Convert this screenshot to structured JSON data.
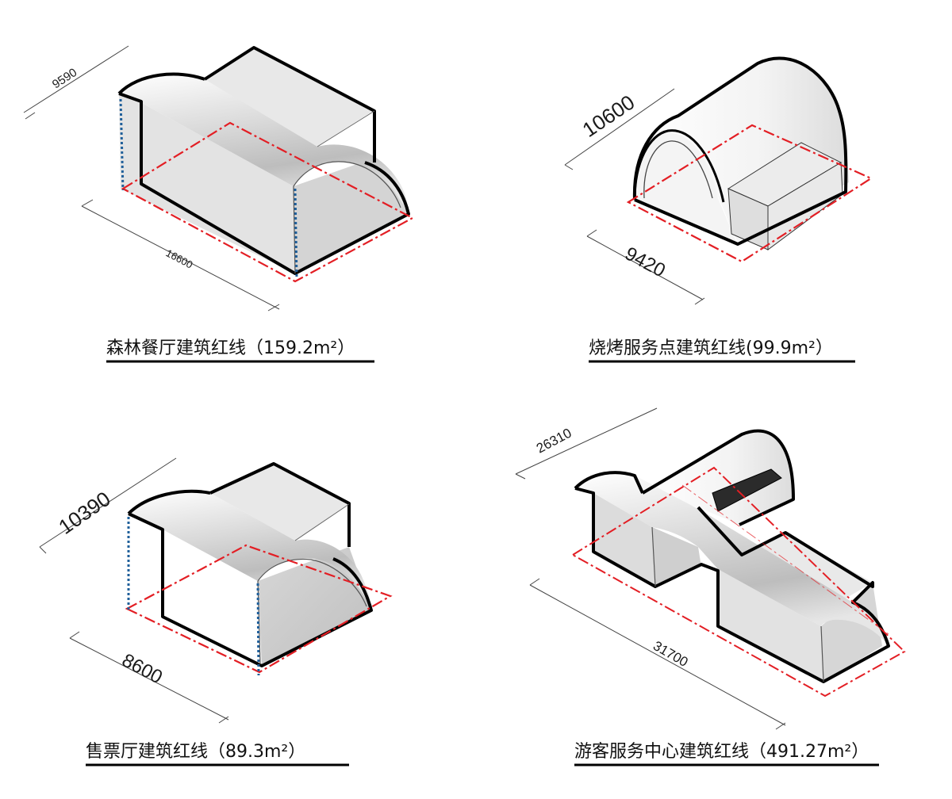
{
  "panels": [
    {
      "caption": "森林餐厅建筑红线（159.2m²）",
      "dim_top": "9590",
      "dim_bottom": "16600"
    },
    {
      "caption": "烧烤服务点建筑红线(99.9m²）",
      "dim_top": "10600",
      "dim_bottom": "9420"
    },
    {
      "caption": "售票厅建筑红线（89.3m²）",
      "dim_top": "10390",
      "dim_bottom": "8600"
    },
    {
      "caption": "游客服务中心建筑红线（491.27m²）",
      "dim_top": "26310",
      "dim_bottom": "31700"
    }
  ],
  "colors": {
    "red_line": "#e31e24",
    "blue_line": "#1f5f9a",
    "outline": "#000000",
    "wall_fill": "#e2e2e2",
    "dark_accent": "#2b2b2b"
  }
}
